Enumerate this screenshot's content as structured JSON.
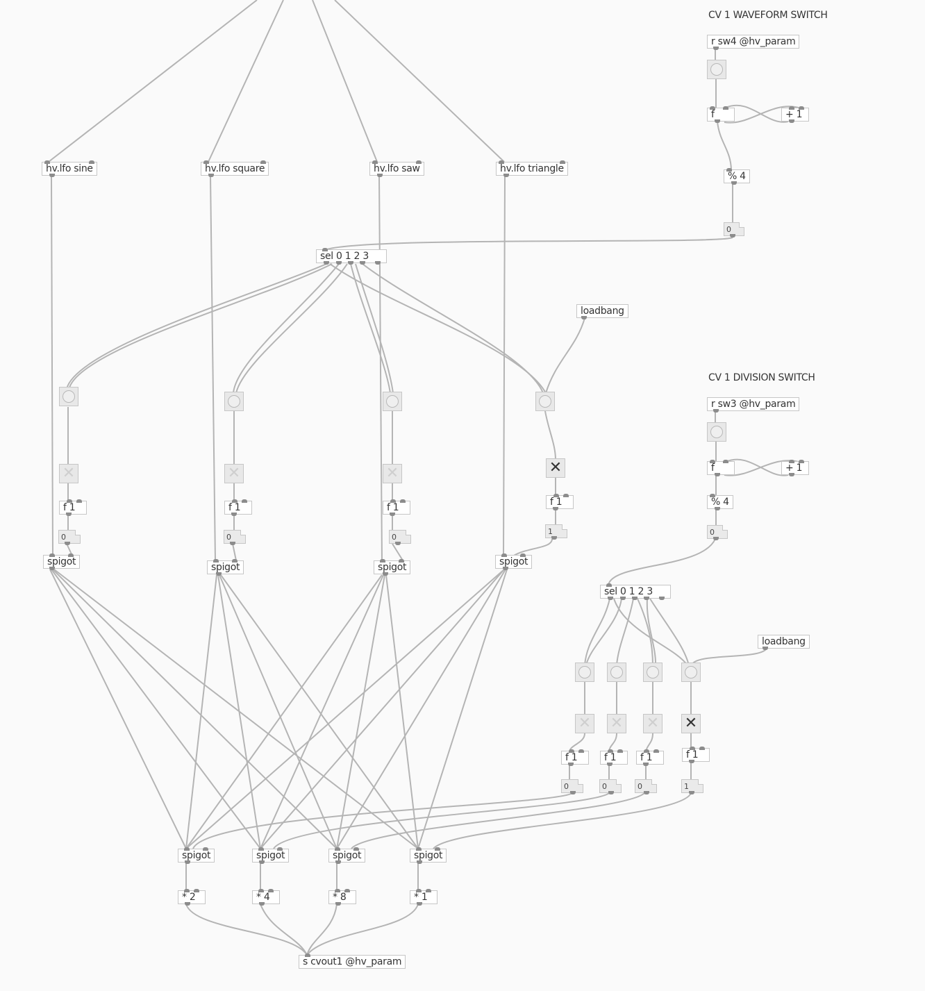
{
  "comments": {
    "waveform_title": "CV 1 WAVEFORM SWITCH",
    "division_title": "CV 1 DIVISION SWITCH"
  },
  "objects": {
    "lfo_sine": "hv.lfo sine",
    "lfo_square": "hv.lfo square",
    "lfo_saw": "hv.lfo saw",
    "lfo_triangle": "hv.lfo triangle",
    "receive_sw4": "r sw4 @hv_param",
    "receive_sw3": "r sw3 @hv_param",
    "float": "f",
    "plus_one": "+ 1",
    "mod_four": "% 4",
    "select": "sel 0 1 2 3",
    "loadbang": "loadbang",
    "float_one": "f 1",
    "spigot": "spigot",
    "mul_2": "* 2",
    "mul_4": "* 4",
    "mul_8": "* 8",
    "mul_1": "* 1",
    "send_cvout": "s cvout1 @hv_param"
  },
  "numbers": {
    "zero": "0",
    "one": "1"
  },
  "icons": {
    "bang": "bang-circle-icon",
    "toggle": "toggle-x-icon"
  },
  "colors": {
    "background": "#fafafa",
    "wire": "#b4b4b4",
    "inlet": "#8c8c8c"
  }
}
